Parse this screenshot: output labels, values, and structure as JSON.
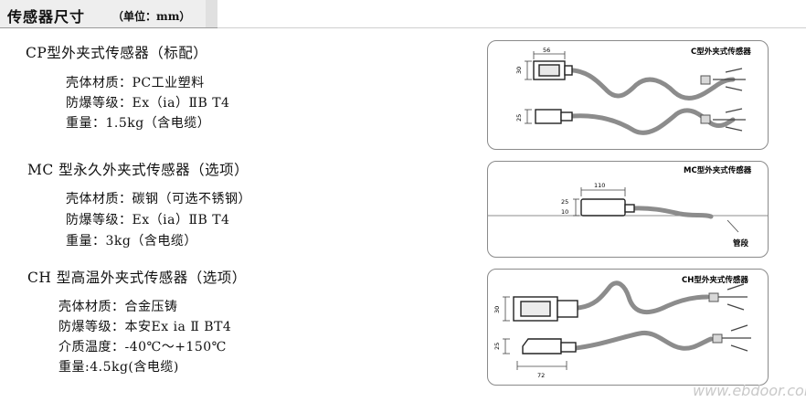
{
  "header": {
    "title": "传感器尺寸",
    "unit": "（单位：mm）"
  },
  "sections": [
    {
      "title": "CP型外夹式传感器（标配）",
      "lines": [
        "壳体材质：PC工业塑料",
        "防爆等级：Ex（ia）ⅡB T4",
        "重量：1.5kg（含电缆）"
      ]
    },
    {
      "title": "MC 型永久外夹式传感器（选项）",
      "lines": [
        "壳体材质：碳钢（可选不锈钢）",
        "防爆等级：Ex（ia）ⅡB T4",
        "重量：3kg（含电缆）"
      ]
    },
    {
      "title": "CH 型高温外夹式传感器（选项）",
      "lines": [
        "壳体材质：合金压铸",
        "防爆等级：本安Ex ia Ⅱ BT4",
        "介质温度：-40℃～+150℃",
        "重量:4.5kg(含电缆)"
      ]
    }
  ],
  "diagrams": {
    "c": {
      "label": "C型外夹式传感器",
      "dims": [
        "56",
        "30",
        "25"
      ]
    },
    "mc": {
      "label": "MC型外夹式传感器",
      "dims": [
        "110",
        "25",
        "10"
      ],
      "pipe_label": "管段"
    },
    "ch": {
      "label": "CH型外夹式传感器",
      "dims": [
        "30",
        "25",
        "72"
      ]
    }
  },
  "watermark": "www.ebdoor.com",
  "colors": {
    "header_bg": "#e0e0e0",
    "cable": "#8c8c8c",
    "border": "#8a8a8a"
  }
}
